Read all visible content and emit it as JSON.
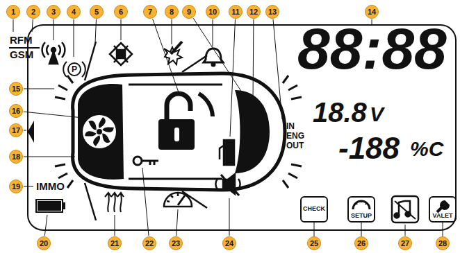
{
  "diagram": {
    "nodes": [
      {
        "text": [
          "1"
        ]
      },
      {
        "text": [
          "2"
        ]
      },
      {
        "text": [
          "3"
        ]
      },
      {
        "text": [
          "4"
        ]
      },
      {
        "text": [
          "5"
        ]
      },
      {
        "text": [
          "6"
        ]
      },
      {
        "text": [
          "7"
        ]
      },
      {
        "text": [
          "8"
        ]
      },
      {
        "text": [
          "9"
        ]
      },
      {
        "text": [
          "10"
        ]
      },
      {
        "text": [
          "11"
        ]
      },
      {
        "text": [
          "12"
        ]
      },
      {
        "text": [
          "13"
        ]
      },
      {
        "text": [
          "14"
        ]
      },
      {
        "text": [
          "15"
        ]
      },
      {
        "text": [
          "16"
        ]
      },
      {
        "text": [
          "17"
        ]
      },
      {
        "text": [
          "18"
        ]
      },
      {
        "text": [
          "19"
        ]
      },
      {
        "text": [
          "20"
        ]
      },
      {
        "text": [
          "21"
        ]
      },
      {
        "text": [
          "22"
        ]
      },
      {
        "text": [
          "23"
        ]
      },
      {
        "text": [
          "24"
        ]
      },
      {
        "text": [
          "25"
        ]
      },
      {
        "text": [
          "26"
        ]
      },
      {
        "text": [
          "27"
        ]
      },
      {
        "text": [
          "28"
        ]
      },
      {
        "text": [
          "CHECK"
        ]
      },
      {
        "text": [
          "SETUP"
        ]
      },
      {
        "text": [
          "VALET"
        ]
      }
    ],
    "edges": [
      {
        "from": 24,
        "to": 28,
        "arrow": "none"
      },
      {
        "from": 25,
        "to": 29,
        "arrow": "none"
      },
      {
        "from": 27,
        "to": 30,
        "arrow": "none"
      }
    ],
    "labels": [
      "RFM",
      "GSM",
      "P",
      "88:88",
      "18.8",
      "V",
      "IN",
      "ENG",
      "OUT",
      "-188",
      "%C",
      "IMMO"
    ]
  }
}
